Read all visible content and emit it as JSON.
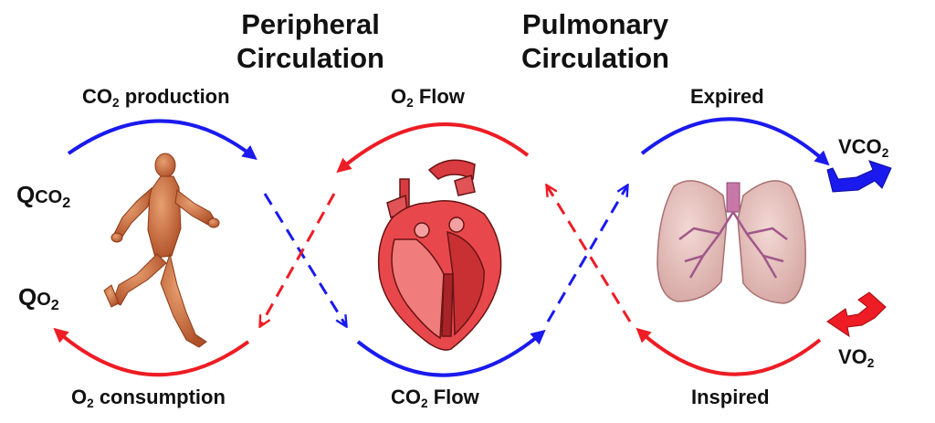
{
  "headers": {
    "peripheral": [
      "Peripheral",
      "Circulation"
    ],
    "pulmonary": [
      "Pulmonary",
      "Circulation"
    ]
  },
  "labels": {
    "co2_production": {
      "pre": "CO",
      "sub": "2",
      "post": " production"
    },
    "o2_flow": {
      "pre": "O",
      "sub": "2",
      "post": " Flow"
    },
    "expired": "Expired",
    "vco2": {
      "pre": "VCO",
      "sub": "2"
    },
    "qco2": {
      "pre": "Q",
      "small": "CO",
      "sub": "2"
    },
    "qo2": {
      "pre": "Q",
      "small": "O",
      "sub": "2"
    },
    "o2_consumption": {
      "pre": "O",
      "sub": "2",
      "post": " consumption"
    },
    "co2_flow": {
      "pre": "CO",
      "sub": "2",
      "post": " Flow"
    },
    "inspired": "Inspired",
    "vo2": {
      "pre": "VO",
      "sub": "2"
    }
  },
  "colors": {
    "co2_blue": "#1a1aee",
    "o2_red": "#ee1c24",
    "muscle": "#c8643c",
    "heart": "#e8484c",
    "lung": "#e8c0bc",
    "airway": "#c878a8"
  },
  "illustrations": [
    "runner-figure",
    "heart-illustration",
    "lungs-illustration"
  ]
}
